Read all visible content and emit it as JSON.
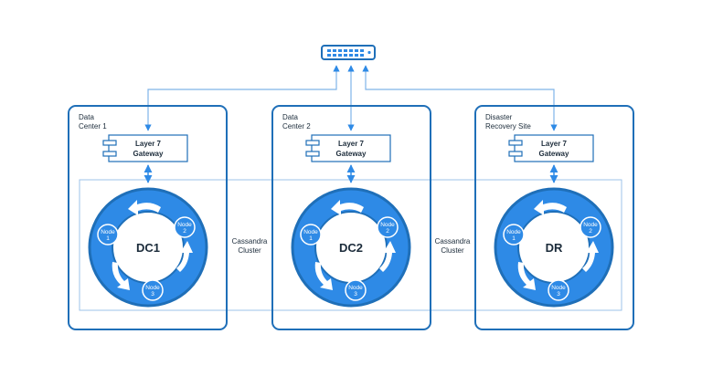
{
  "colors": {
    "primary": "#1f6fb8",
    "accent": "#2e8ae6",
    "connector": "#7fb3e8",
    "text": "#1b2b3a",
    "background": "#ffffff"
  },
  "switch": {
    "icon": "network-switch-icon"
  },
  "datacenters": [
    {
      "label_line1": "Data",
      "label_line2": "Center 1",
      "gateway_line1": "Layer 7",
      "gateway_line2": "Gateway",
      "ring_label": "DC1",
      "nodes": [
        {
          "line1": "Node",
          "line2": "1"
        },
        {
          "line1": "Node",
          "line2": "2"
        },
        {
          "line1": "Node",
          "line2": "3"
        }
      ]
    },
    {
      "label_line1": "Data",
      "label_line2": "Center 2",
      "gateway_line1": "Layer 7",
      "gateway_line2": "Gateway",
      "ring_label": "DC2",
      "nodes": [
        {
          "line1": "Node",
          "line2": "1"
        },
        {
          "line1": "Node",
          "line2": "2"
        },
        {
          "line1": "Node",
          "line2": "3"
        }
      ]
    },
    {
      "label_line1": "Disaster",
      "label_line2": "Recovery Site",
      "gateway_line1": "Layer 7",
      "gateway_line2": "Gateway",
      "ring_label": "DR",
      "nodes": [
        {
          "line1": "Node",
          "line2": "1"
        },
        {
          "line1": "Node",
          "line2": "2"
        },
        {
          "line1": "Node",
          "line2": "3"
        }
      ]
    }
  ],
  "cluster_labels": [
    {
      "line1": "Cassandra",
      "line2": "Cluster"
    },
    {
      "line1": "Cassandra",
      "line2": "Cluster"
    }
  ]
}
